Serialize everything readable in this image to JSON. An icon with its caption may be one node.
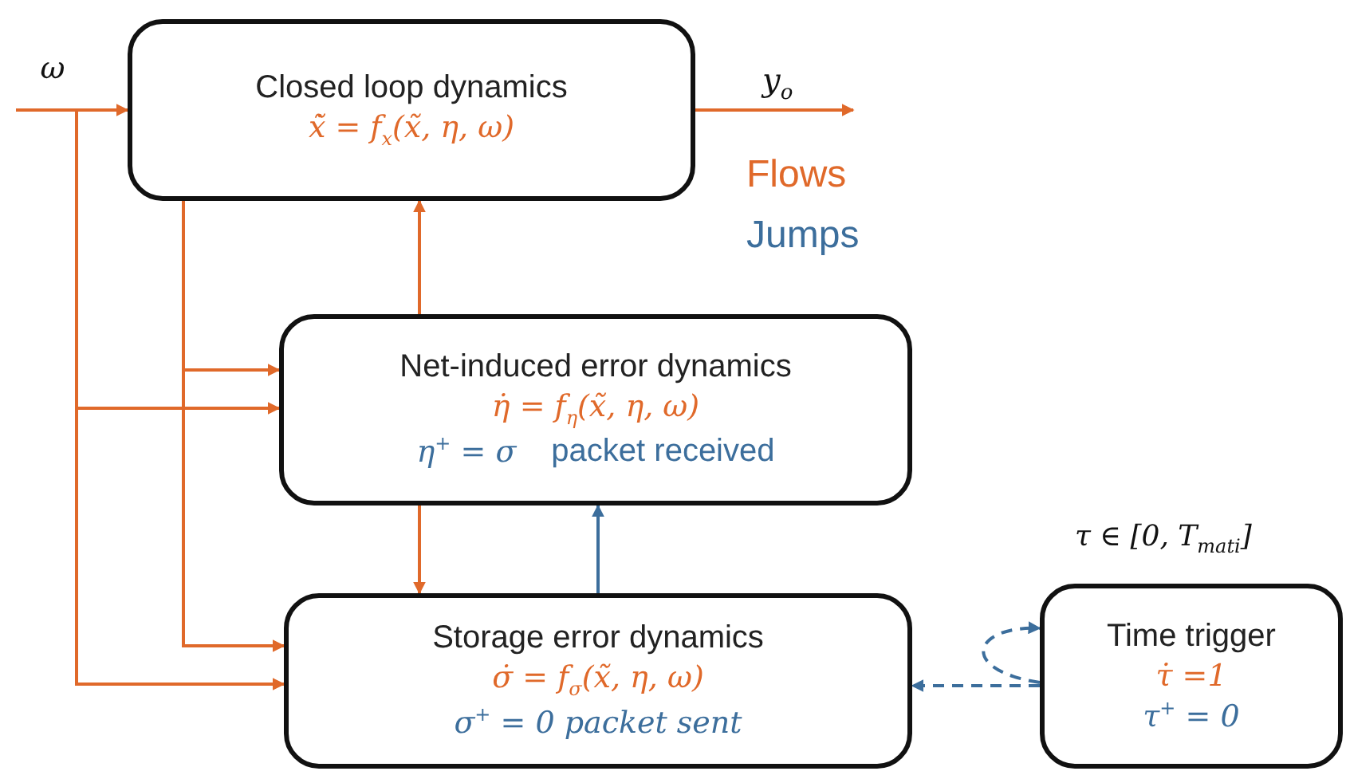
{
  "diagram": {
    "nodes": [
      {
        "text": [
          "Closed loop dynamics",
          "x̃̇ = f$_{x}$(x̃, η, ω)"
        ]
      },
      {
        "text": [
          "Net-induced error dynamics",
          "η̇ = f$_{η}$(x̃, η, ω)",
          "η$^{+}$ = σ",
          "packet received"
        ]
      },
      {
        "text": [
          "Storage error dynamics",
          "σ̇ = f$_{σ}$(x̃, η, ω)",
          "σ$^{+}$ = 0 packet sent"
        ]
      },
      {
        "text": [
          "Time trigger",
          "τ̇ =1",
          "τ$^{+}$ = 0"
        ],
        "beside": [
          "τ ∈ [0, T$_{mati}$]"
        ]
      },
      {
        "text": [
          "ω"
        ]
      }
    ],
    "edges": [
      {
        "from": 4,
        "to": 0,
        "arrow": "to"
      },
      {
        "from": 4,
        "to": 1,
        "arrow": "to"
      },
      {
        "from": 4,
        "to": 2,
        "arrow": "to"
      },
      {
        "from": 0,
        "to": null,
        "arrow": "to",
        "label": "y$_{o}$"
      },
      {
        "from": 0,
        "to": 1,
        "arrow": "to"
      },
      {
        "from": 0,
        "to": 2,
        "arrow": "to"
      },
      {
        "from": 1,
        "to": 0,
        "arrow": "to"
      },
      {
        "from": 1,
        "to": 2,
        "arrow": "to"
      },
      {
        "from": 2,
        "to": 1,
        "arrow": "to",
        "color": "#3c6e9c"
      },
      {
        "from": 3,
        "to": 2,
        "arrow": "to",
        "style": "dashed",
        "color": "#3c6e9c"
      },
      {
        "from": 3,
        "to": 3,
        "arrow": "to",
        "style": "dashed",
        "color": "#3c6e9c"
      }
    ],
    "legend": [
      {
        "text": "Flows",
        "color": "#e0692a"
      },
      {
        "text": "Jumps",
        "color": "#3c6e9c"
      }
    ]
  }
}
